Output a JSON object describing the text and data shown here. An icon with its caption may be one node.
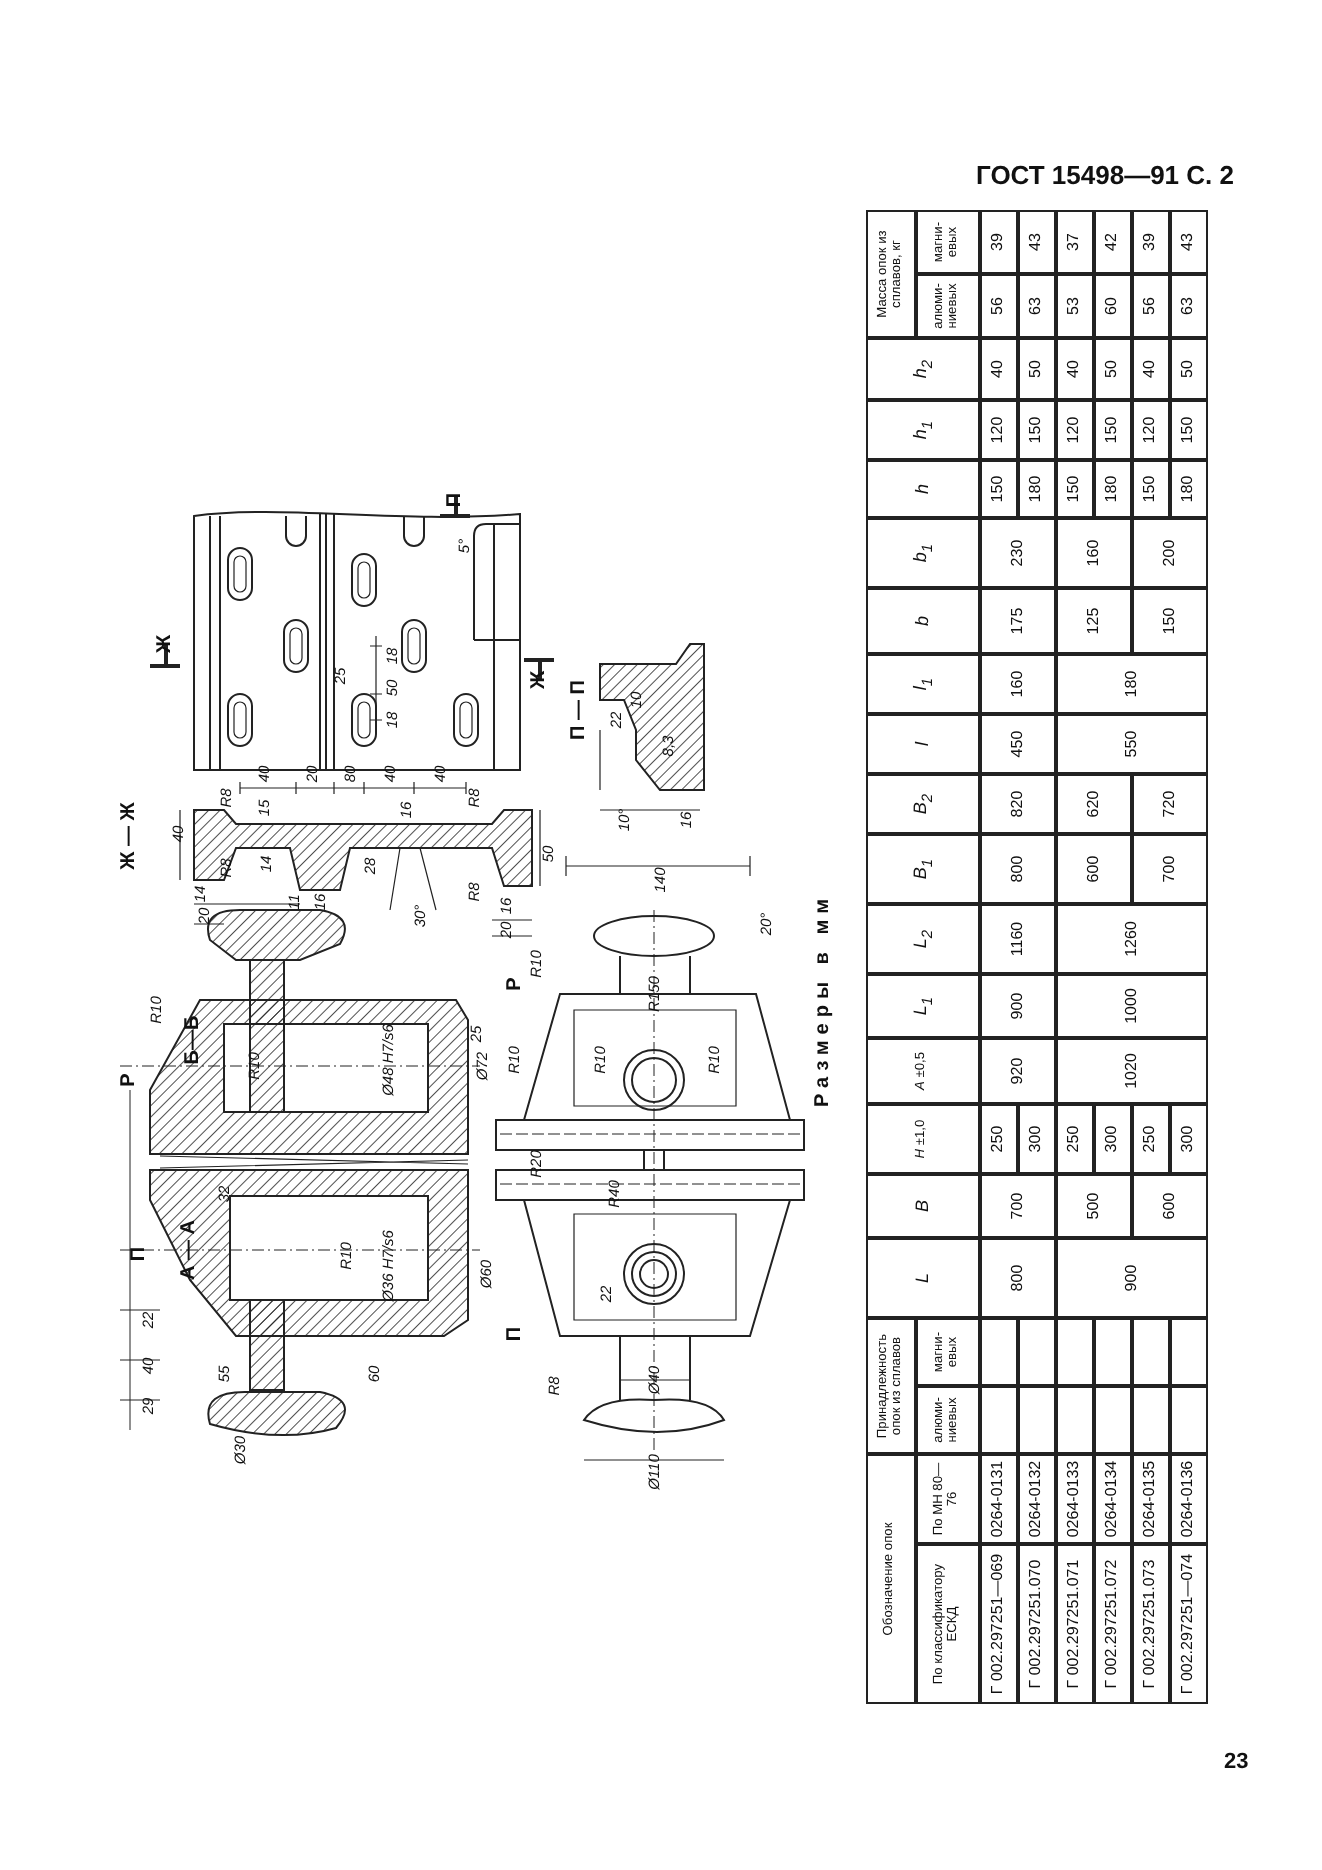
{
  "diagram": {
    "labels": [
      "ГОСТ 15498—91 С. 2",
      "А — А",
      "Б—Б",
      "Ж — Ж",
      "П — П",
      "Ж",
      "Ж",
      "П",
      "5°",
      "25",
      "18",
      "50",
      "18",
      "40",
      "20",
      "80",
      "40",
      "40",
      "40",
      "R8",
      "15",
      "R8",
      "14",
      "14",
      "20",
      "11",
      "16",
      "28",
      "16",
      "30°",
      "R8",
      "R8",
      "50",
      "16",
      "20",
      "Р",
      "R10",
      "R10",
      "Ø48 H7/s6",
      "Ø72",
      "25",
      "П",
      "32",
      "R10",
      "Ø36 H7/s6",
      "Ø60",
      "22",
      "40",
      "29",
      "55",
      "60",
      "Ø30",
      "140",
      "20°",
      "Р",
      "R10",
      "R150",
      "R10",
      "R10",
      "R10",
      "R20",
      "R40",
      "22",
      "П",
      "Ø40",
      "R8",
      "Ø110",
      "22",
      "10",
      "8,3",
      "10°",
      "16",
      "Размеры в мм",
      "Обозначение опок",
      "Принадлежность опок из сплавов",
      "L",
      "B",
      "*H* ±1,0",
      "*A* ±0,5",
      "L$_{1}$",
      "L$_{2}$",
      "B$_{1}$",
      "B$_{2}$",
      "l",
      "l$_{1}$",
      "b",
      "b$_{1}$",
      "h",
      "h$_{1}$",
      "h$_{2}$",
      "Масса опок из сплавов, кг",
      "По классификатору ЕСКД",
      "По МН 80—76",
      "алюми- ниевых",
      "магни- евых",
      "алюми- ниевых",
      "магни- евых",
      "Г 002.297251—069",
      "0264-0131",
      "800",
      "700",
      "250",
      "920",
      "900",
      "1160",
      "800",
      "820",
      "450",
      "160",
      "175",
      "230",
      "150",
      "120",
      "40",
      "56",
      "39",
      "Г 002.297251.070",
      "0264-0132",
      "300",
      "180",
      "150",
      "50",
      "63",
      "43",
      "Г 002.297251.071",
      "0264-0133",
      "900",
      "500",
      "250",
      "1020",
      "1000",
      "1260",
      "600",
      "620",
      "550",
      "180",
      "125",
      "160",
      "150",
      "120",
      "40",
      "53",
      "37",
      "Г 002.297251.072",
      "0264-0134",
      "300",
      "180",
      "150",
      "50",
      "60",
      "42",
      "Г 002.297251.073",
      "0264-0135",
      "600",
      "250",
      "700",
      "720",
      "150",
      "200",
      "150",
      "120",
      "40",
      "56",
      "39",
      "Г 002.297251—074",
      "0264-0136",
      "300",
      "180",
      "150",
      "50",
      "63",
      "43",
      "23"
    ]
  }
}
